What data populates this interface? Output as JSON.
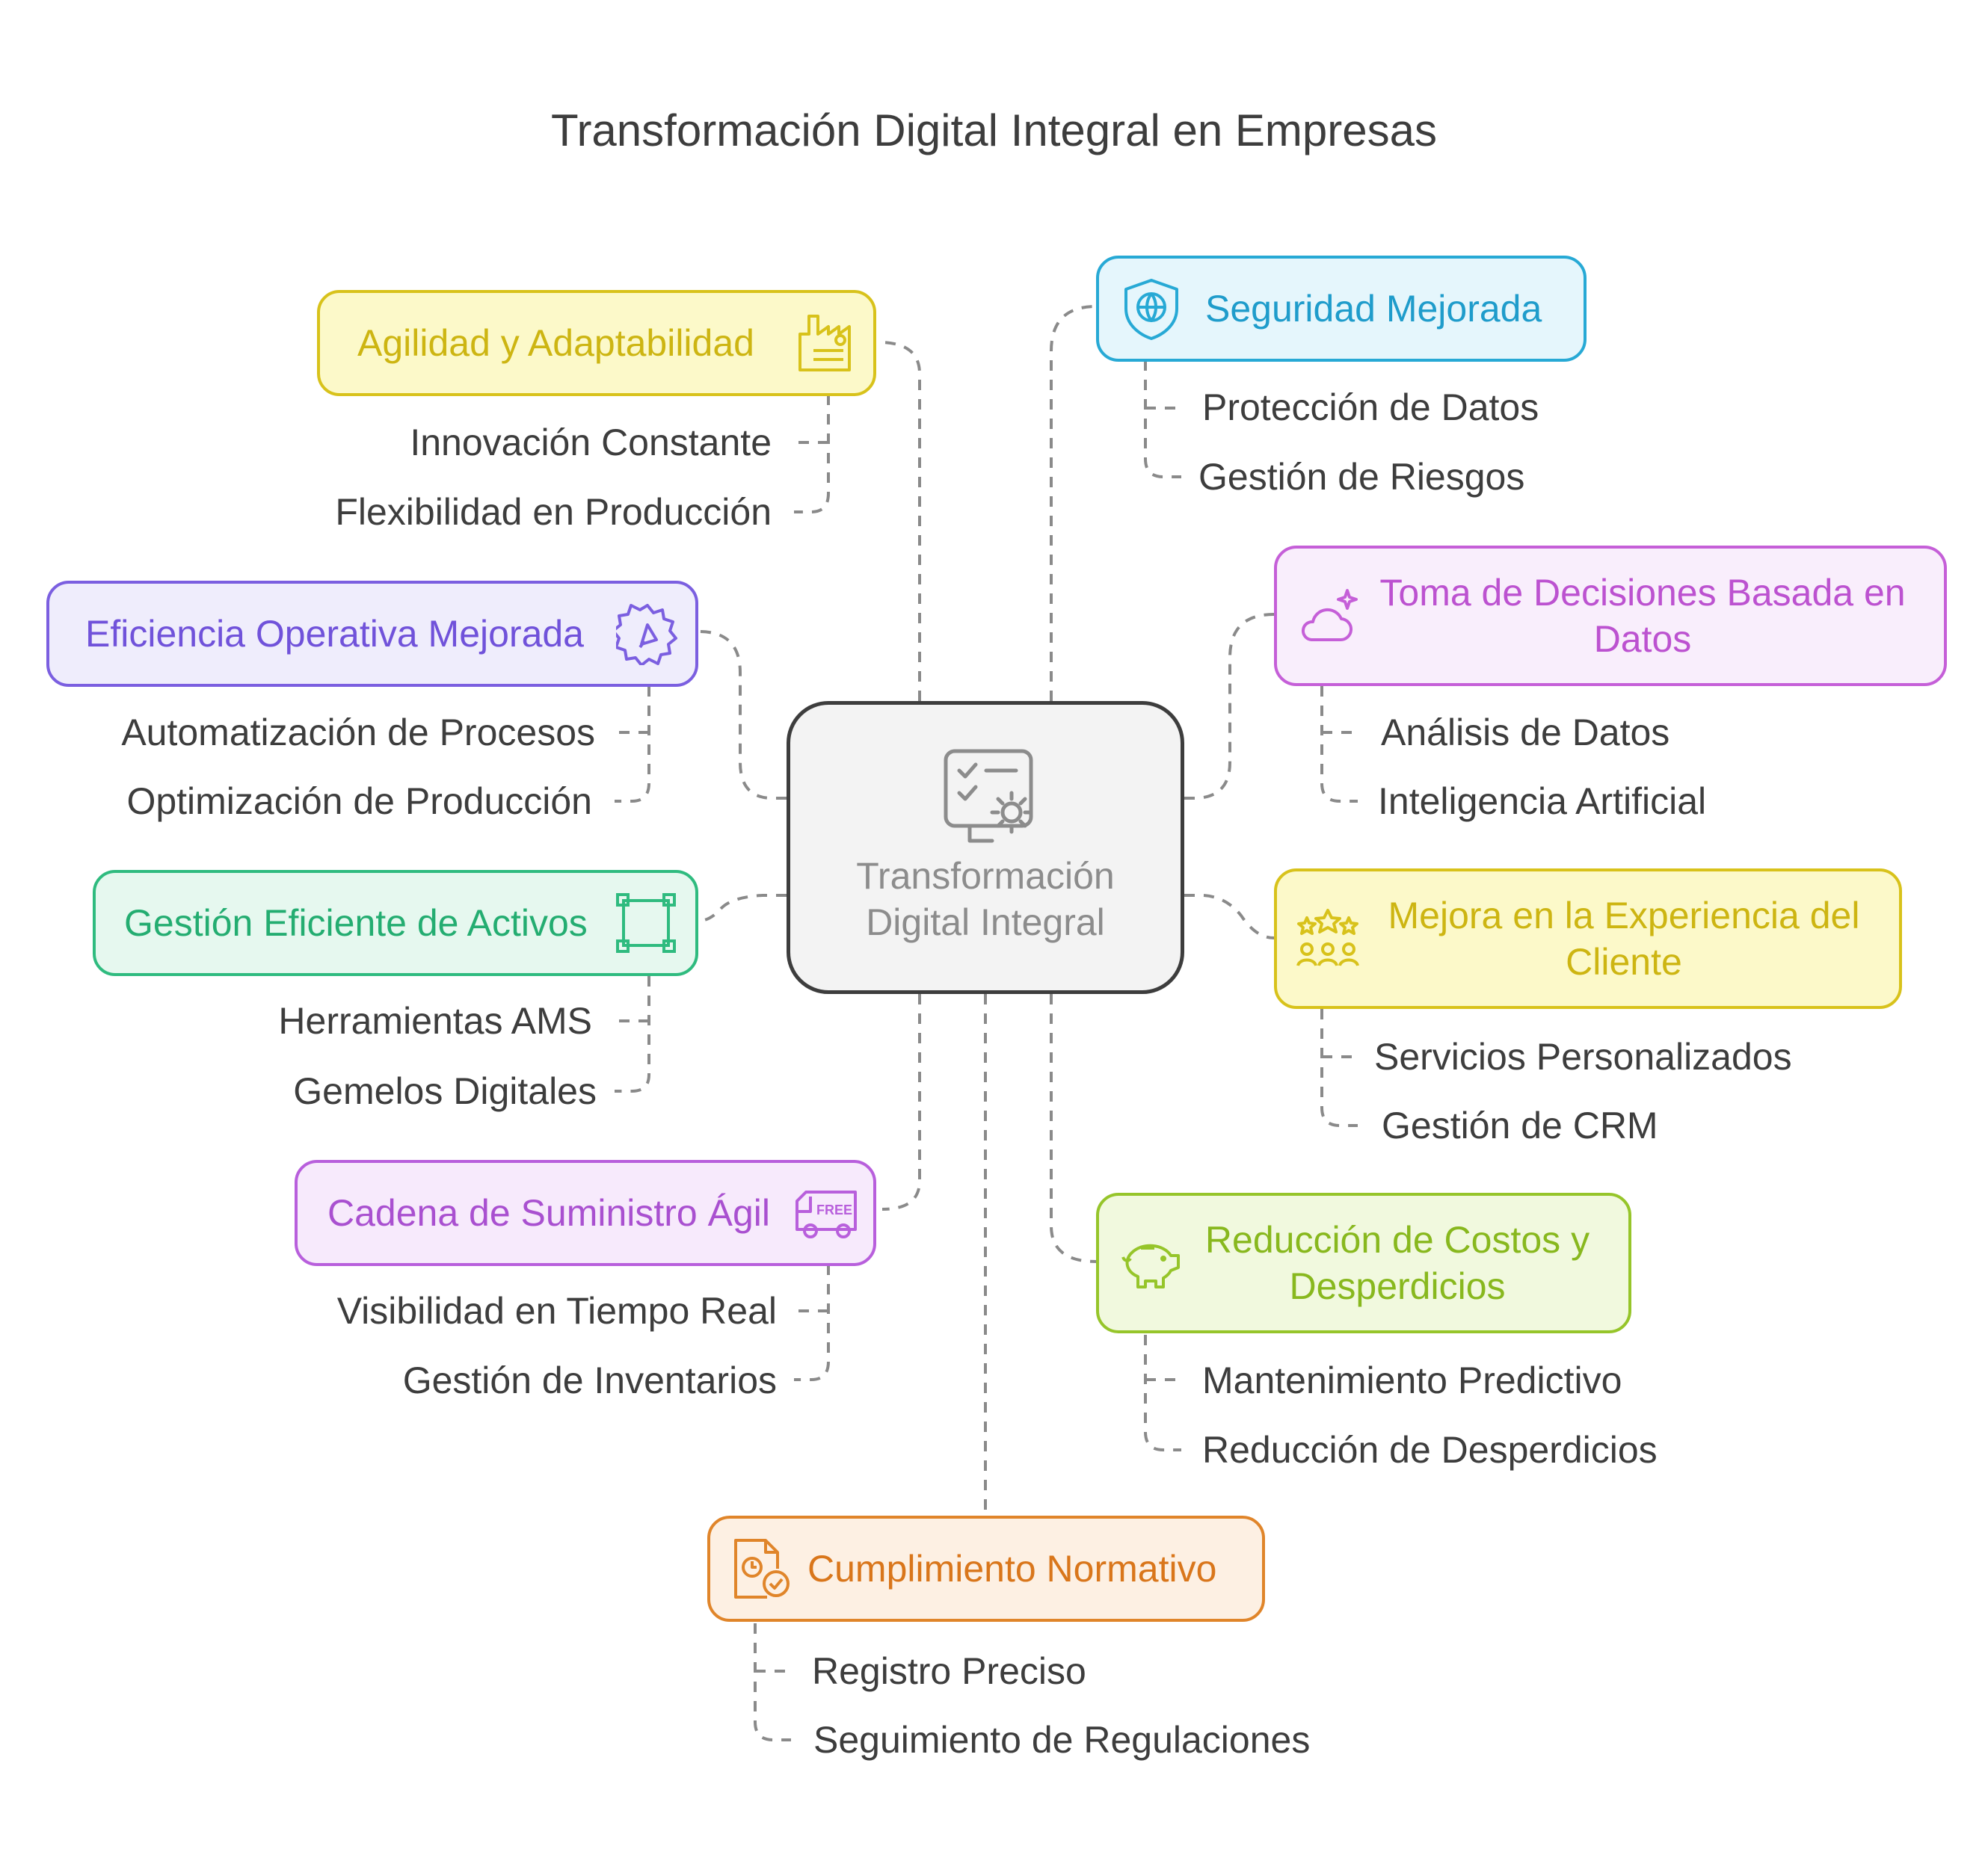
{
  "title": "Transformación Digital Integral en Empresas",
  "center": {
    "label_line1": "Transformación",
    "label_line2": "Digital Integral",
    "icon": "checklist-gear-icon"
  },
  "branches": {
    "agility": {
      "label": "Agilidad y Adaptabilidad",
      "icon": "factory-icon",
      "color": "#d8c21b",
      "fill": "#fcf9c9",
      "items": [
        "Innovación Constante",
        "Flexibilidad en Producción"
      ]
    },
    "efficiency": {
      "label": "Eficiencia Operativa Mejorada",
      "icon": "gear-rocket-icon",
      "color": "#7b5fe0",
      "fill": "#efedfc",
      "items": [
        "Automatización de Procesos",
        "Optimización de Producción"
      ]
    },
    "assets": {
      "label": "Gestión Eficiente de Activos",
      "icon": "frame-icon",
      "color": "#2fbb7f",
      "fill": "#e6f8ef",
      "items": [
        "Herramientas AMS",
        "Gemelos Digitales"
      ]
    },
    "supply": {
      "label": "Cadena de Suministro Ágil",
      "icon": "delivery-truck-icon",
      "color": "#b85fdc",
      "fill": "#f7eafc",
      "items": [
        "Visibilidad en Tiempo Real",
        "Gestión de Inventarios"
      ]
    },
    "security": {
      "label": "Seguridad Mejorada",
      "icon": "shield-globe-icon",
      "color": "#27a9d5",
      "fill": "#e5f6fc",
      "items": [
        "Protección de Datos",
        "Gestión de Riesgos"
      ]
    },
    "decisions": {
      "label_line1": "Toma de Decisiones Basada en",
      "label_line2": "Datos",
      "icon": "cloud-sparkle-icon",
      "color": "#c55fd8",
      "fill": "#f9eefc",
      "items": [
        "Análisis de Datos",
        "Inteligencia Artificial"
      ]
    },
    "customer": {
      "label_line1": "Mejora en la Experiencia del",
      "label_line2": "Cliente",
      "icon": "stars-people-icon",
      "color": "#d8c21b",
      "fill": "#fcf9c9",
      "items": [
        "Servicios Personalizados",
        "Gestión de CRM"
      ]
    },
    "costs": {
      "label_line1": "Reducción de Costos y",
      "label_line2": "Desperdicios",
      "icon": "piggy-bank-icon",
      "color": "#96c52a",
      "fill": "#f1f9de",
      "items": [
        "Mantenimiento Predictivo",
        "Reducción de Desperdicios"
      ]
    },
    "compliance": {
      "label": "Cumplimiento Normativo",
      "icon": "document-check-icon",
      "color": "#e0852a",
      "fill": "#fdf0e3",
      "items": [
        "Registro Preciso",
        "Seguimiento de Regulaciones"
      ]
    }
  }
}
